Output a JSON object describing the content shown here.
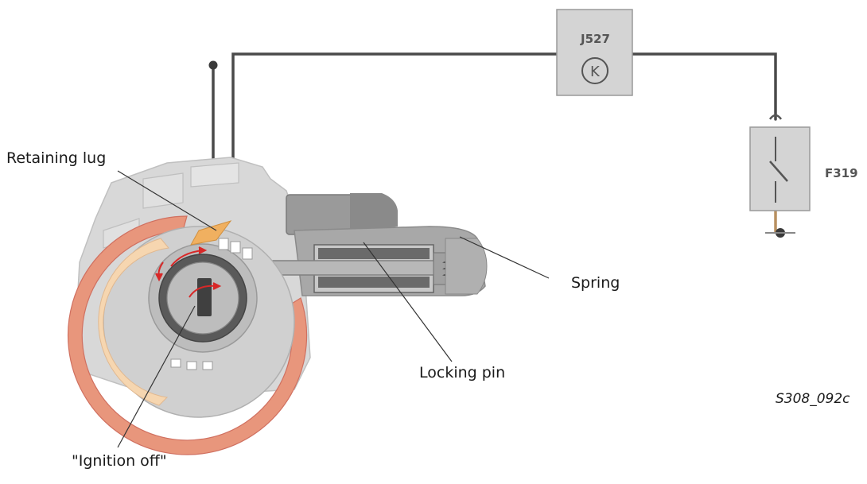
{
  "labels": {
    "retaining_lug": "Retaining lug",
    "spring": "Spring",
    "locking_pin": "Locking pin",
    "ignition_off": "\"Ignition off\"",
    "figure_code": "S308_092c"
  },
  "components": {
    "control_unit": {
      "code": "J527",
      "symbol": "K"
    },
    "switch": {
      "code": "F319"
    }
  },
  "colors": {
    "housing_grey": "#c8c8c8",
    "ring_orange": "#e8967c",
    "lug_orange": "#f0b060",
    "wire": "#4a4a4a",
    "arrow_red": "#d82828"
  }
}
